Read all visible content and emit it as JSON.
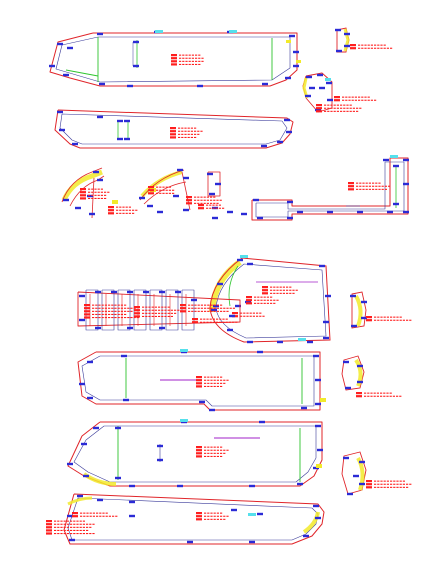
{
  "drawing": {
    "colors": {
      "background": "#ffffff",
      "outline_red": "#e0252a",
      "outline_dark": "#3a3a9a",
      "seam_green": "#2ec52e",
      "marker_blue": "#2b2bd6",
      "marker_yellow": "#f2ea2a",
      "marker_cyan": "#55e0ec",
      "annotation_red": "#ff1e1e",
      "grain_purple": "#a020c8",
      "grain_green": "#2ec52e"
    },
    "pattern_pieces": [
      "long-panel-top",
      "small-tab-top-right",
      "narrow-strap-left",
      "small-piece-right-middle",
      "curved-strips-middle",
      "stepped-panel-middle",
      "fan-panel-center",
      "notch-strip-left",
      "small-piece-right-center",
      "long-panel-lower-1",
      "small-piece-right-lower-1",
      "long-panel-lower-2",
      "small-piece-right-lower-2",
      "long-panel-bottom"
    ]
  }
}
